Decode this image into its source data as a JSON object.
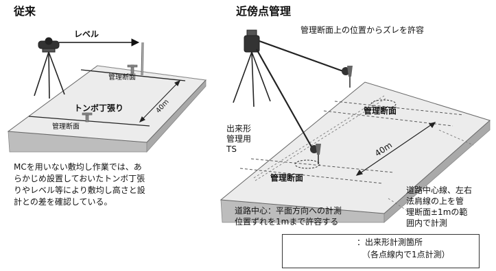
{
  "left": {
    "title": "従来",
    "level_label": "レベル",
    "section_top": "管理断面",
    "stake_label": "トンボ丁張り",
    "section_bottom": "管理断面",
    "distance": "40m",
    "description": [
      "MCを用いない敷均し作業では、あ",
      "らかじめ設置しておいたトンボ丁張",
      "りやレベル等により敷均し高さと設",
      "計との差を確認している。"
    ]
  },
  "right": {
    "title": "近傍点管理",
    "tolerance_note": "管理断面上の位置からズレを許容",
    "ts_label": [
      "出来形",
      "管理用",
      "TS"
    ],
    "section_top": "管理断面",
    "section_bottom": "管理断面",
    "distance": "40m",
    "center_note": [
      "道路中心：平面方向への計測",
      "位置ずれを1mまで許容する"
    ],
    "side_note": [
      "道路中心線、左右",
      "法肩線の上を管",
      "理断面±1mの範",
      "囲内で計測"
    ]
  },
  "legend": {
    "text1": "：出来形計測箇所",
    "text2": "（各点線内で1点計測）"
  }
}
